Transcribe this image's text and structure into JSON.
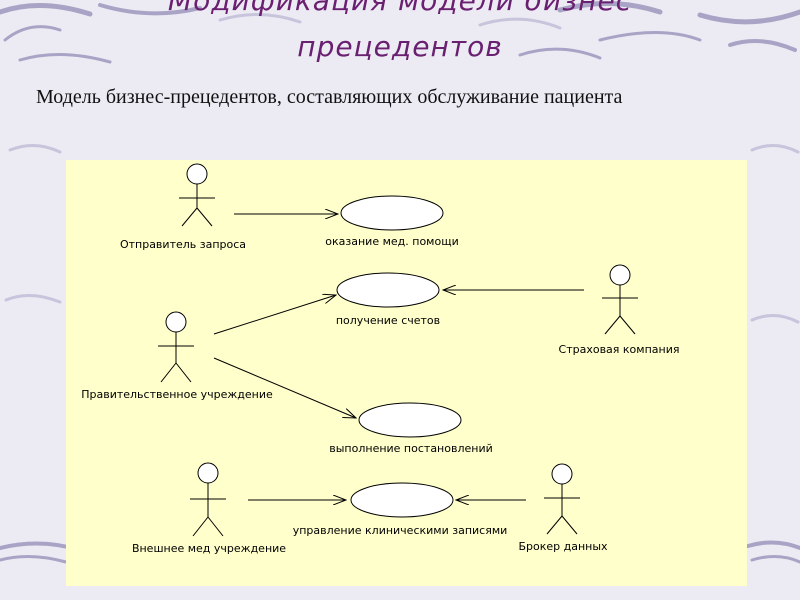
{
  "slide": {
    "title_line1": "Модификация модели бизнес",
    "title_line2": "прецедентов",
    "subtitle": "Модель бизнес-прецедентов, составляющих обслуживание пациента"
  },
  "diagram": {
    "actors": [
      {
        "id": "requester",
        "label": "Отправитель запроса"
      },
      {
        "id": "gov",
        "label": "Правительственное учреждение"
      },
      {
        "id": "insurer",
        "label": "Страховая компания"
      },
      {
        "id": "external",
        "label": "Внешнее мед учреждение"
      },
      {
        "id": "broker",
        "label": "Брокер данных"
      }
    ],
    "use_cases": [
      {
        "id": "care",
        "label": "оказание мед. помощи"
      },
      {
        "id": "bills",
        "label": "получение счетов"
      },
      {
        "id": "orders",
        "label": "выполнение постановлений"
      },
      {
        "id": "records",
        "label": "управление клиническими записями"
      }
    ],
    "associations": [
      {
        "from": "requester",
        "to": "care"
      },
      {
        "from": "gov",
        "to": "bills"
      },
      {
        "from": "gov",
        "to": "orders"
      },
      {
        "from": "insurer",
        "to": "bills"
      },
      {
        "from": "external",
        "to": "records"
      },
      {
        "from": "broker",
        "to": "records"
      }
    ]
  }
}
